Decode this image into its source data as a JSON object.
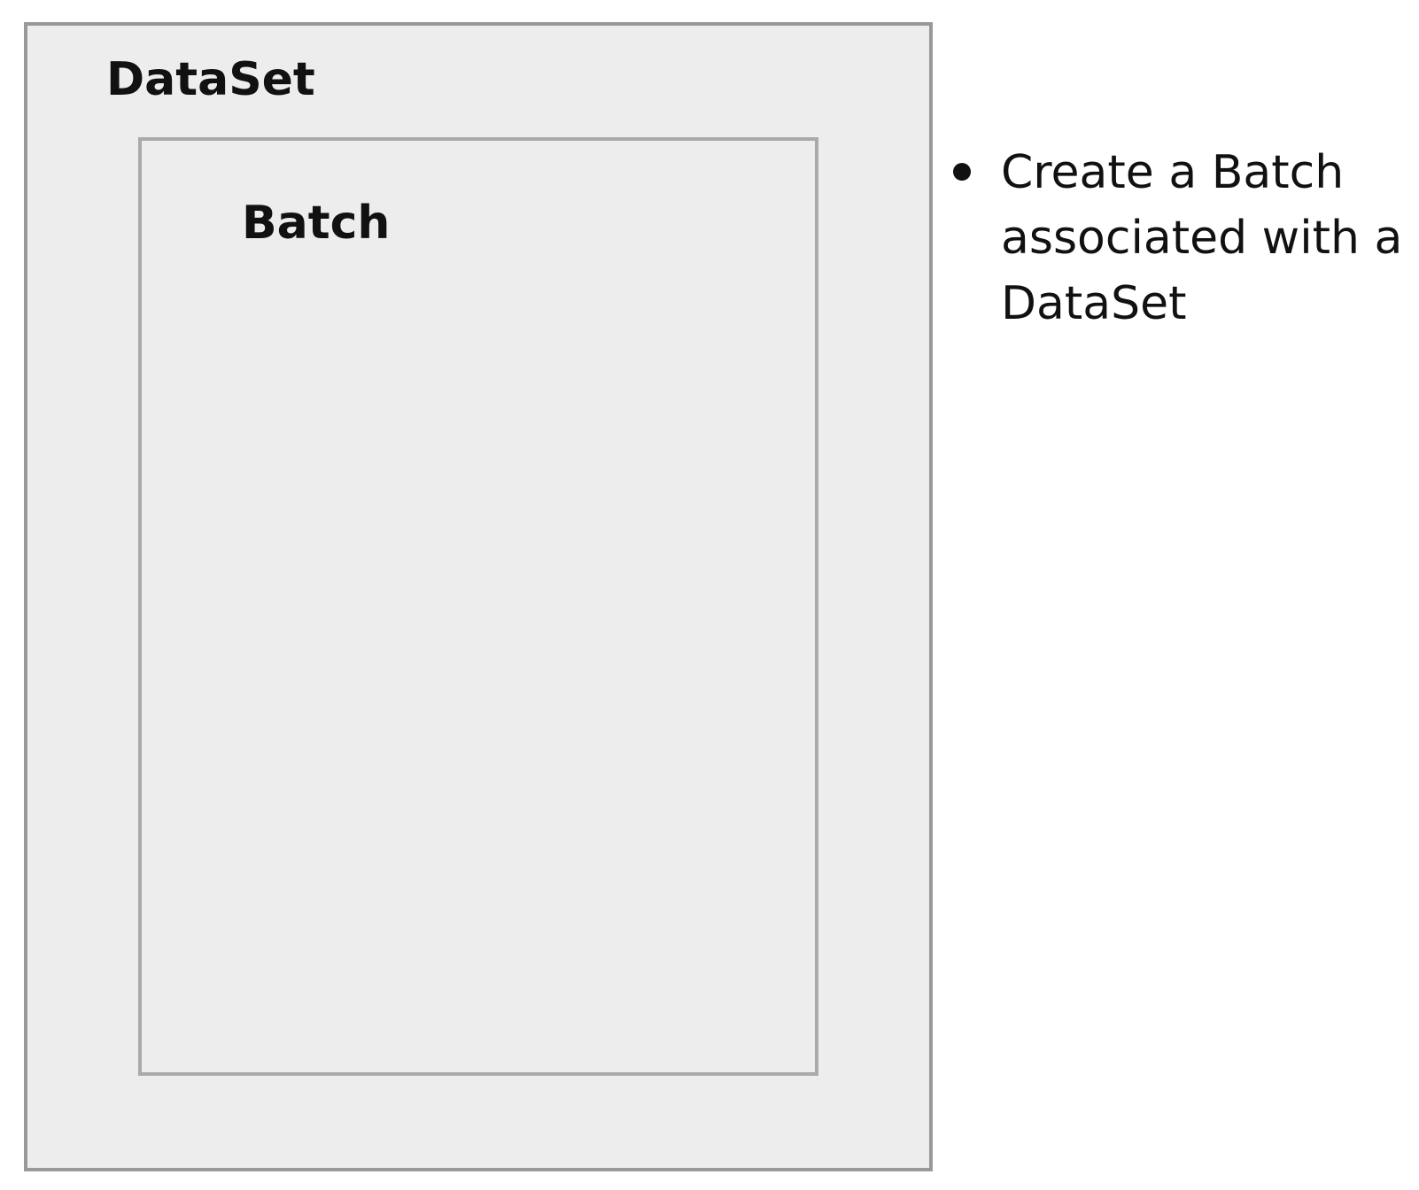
{
  "diagram": {
    "outer_box": {
      "label": "DataSet"
    },
    "inner_box": {
      "label": "Batch"
    }
  },
  "notes": {
    "items": [
      {
        "line1": "Create a Batch",
        "line2": "associated with a",
        "line3": "DataSet"
      }
    ]
  },
  "colors": {
    "box_fill": "#ededed",
    "outer_border": "#999999",
    "inner_border": "#aaaaaa",
    "text": "#111111"
  }
}
